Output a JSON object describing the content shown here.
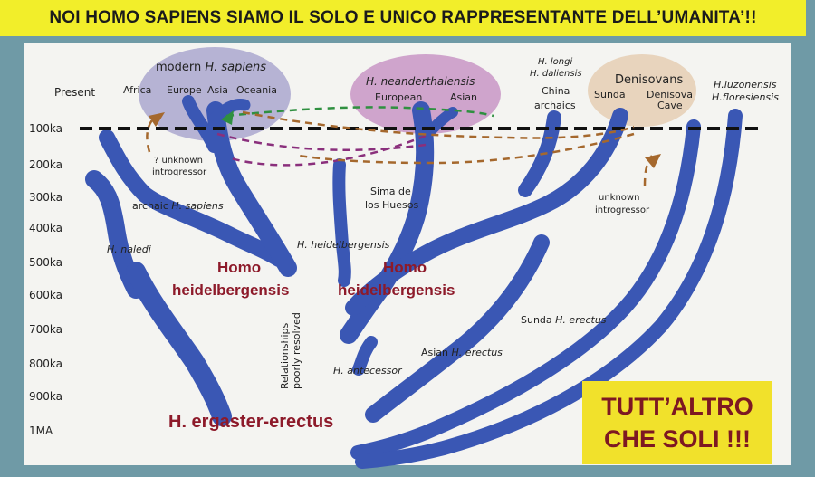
{
  "banner": {
    "text": "NOI HOMO SAPIENS SIAMO IL SOLO E UNICO RAPPRESENTANTE DELL’UMANITA’!!"
  },
  "time_axis": {
    "present": "Present",
    "ticks": [
      "100ka",
      "200ka",
      "300ka",
      "400ka",
      "500ka",
      "600ka",
      "700ka",
      "800ka",
      "900ka",
      "1MA"
    ]
  },
  "groups": {
    "sapiens": {
      "prefix": "modern ",
      "italic": "H. sapiens",
      "regions": [
        "Africa",
        "Europe",
        "Asia",
        "Oceania"
      ]
    },
    "neanderthal": {
      "title": "H. neanderthalensis",
      "regions": [
        "European",
        "Asian"
      ]
    },
    "china": {
      "line1": "H. longi",
      "line2": "H. daliensis",
      "line3": "China",
      "line4": "archaics"
    },
    "denisovans": {
      "title": "Denisovans",
      "regions": [
        "Sunda",
        "Denisova",
        "Cave"
      ]
    },
    "luzon": {
      "line1": "H.luzonensis",
      "line2": "H.floresiensis"
    }
  },
  "branch_labels": {
    "unknown_left_1": "? unknown",
    "unknown_left_2": "introgressor",
    "archaic_prefix": "archaic ",
    "archaic_italic": "H. sapiens",
    "naledi": "H. naledi",
    "sima_1": "Sima de",
    "sima_2": "los Huesos",
    "heidelbergensis": "H. heidelbergensis",
    "unknown_right_1": "unknown",
    "unknown_right_2": "introgressor",
    "sunda_erectus_prefix": "Sunda ",
    "sunda_erectus_italic": "H. erectus",
    "asian_erectus_prefix": "Asian ",
    "asian_erectus_italic": "H. erectus",
    "antecessor": "H. antecessor",
    "relationships_1": "Relationships",
    "relationships_2": "poorly resolved"
  },
  "overlays": {
    "homo_heidel_left_1": "Homo",
    "homo_heidel_left_2": "heidelbergensis",
    "homo_heidel_right_1": "Homo",
    "homo_heidel_right_2": "heidelbergensis",
    "ergaster": "H. ergaster-erectus"
  },
  "callout": {
    "line1": "TUTT’ALTRO",
    "line2": "CHE SOLI !!!"
  },
  "colors": {
    "branch": "#3a57b4",
    "banner": "#f2ee2a",
    "red_text": "#8d1a2a"
  }
}
